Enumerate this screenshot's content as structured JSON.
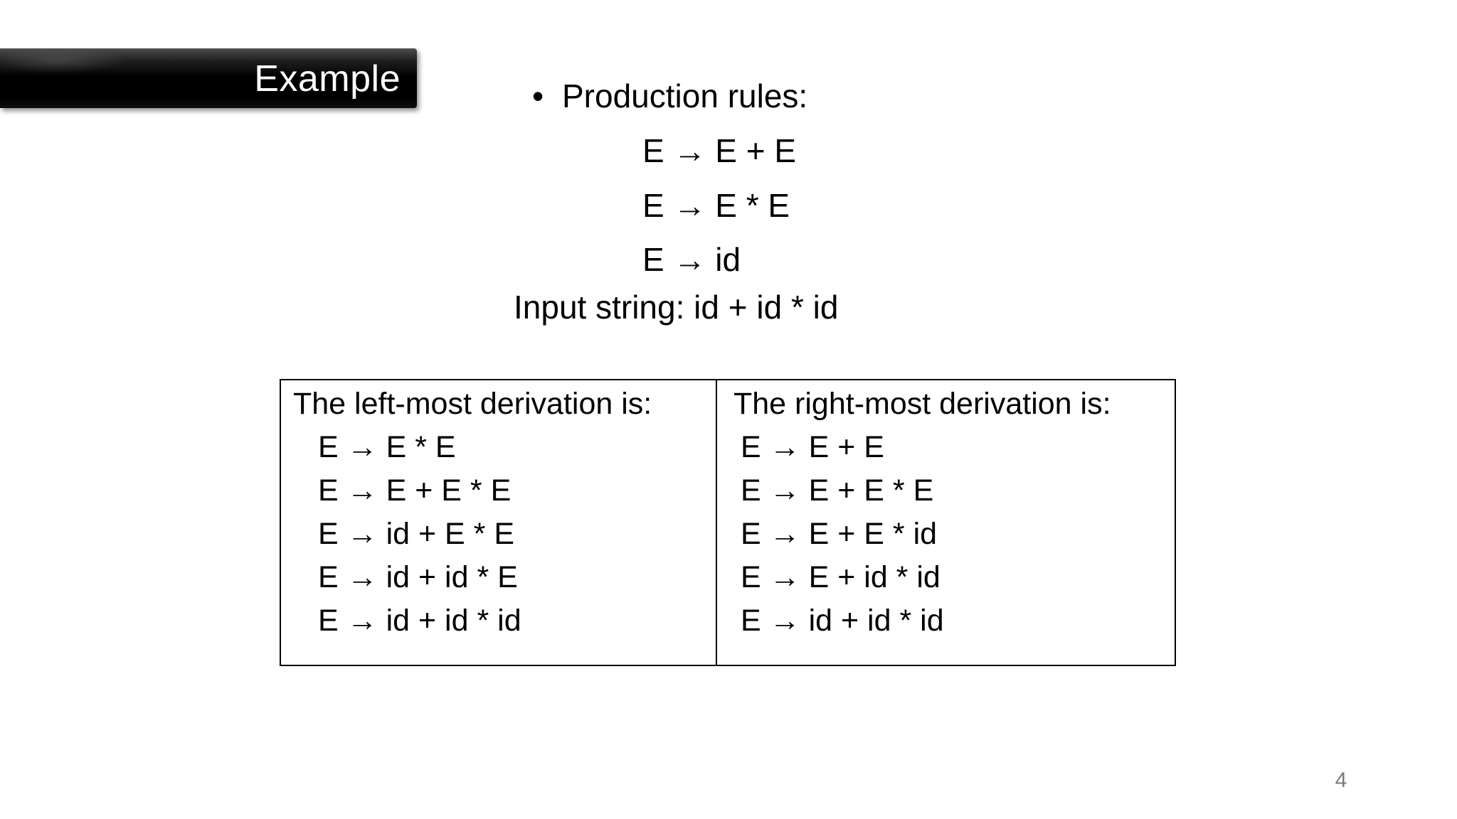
{
  "slide": {
    "title": "Example",
    "bullet_glyph": "•",
    "production_rules_label": "Production rules:",
    "production_rules": [
      "E → E + E",
      "E → E * E",
      "E → id"
    ],
    "input_string": "Input string: id + id * id",
    "page_number": "4",
    "colors": {
      "background": "#ffffff",
      "text": "#000000",
      "title_bar": "#000000",
      "title_text": "#ffffff",
      "table_border": "#000000",
      "page_number": "#7a7a7a"
    }
  },
  "derivation_table": {
    "left": {
      "header": "The left-most derivation is:",
      "steps": [
        "E → E * E",
        "E → E + E * E",
        "E → id + E * E",
        "E → id + id * E",
        "E → id + id * id"
      ]
    },
    "right": {
      "header": "The right-most derivation is:",
      "steps": [
        "E → E + E",
        "E → E + E * E",
        "E → E + E * id",
        "E → E + id * id",
        "E → id + id * id"
      ]
    }
  }
}
